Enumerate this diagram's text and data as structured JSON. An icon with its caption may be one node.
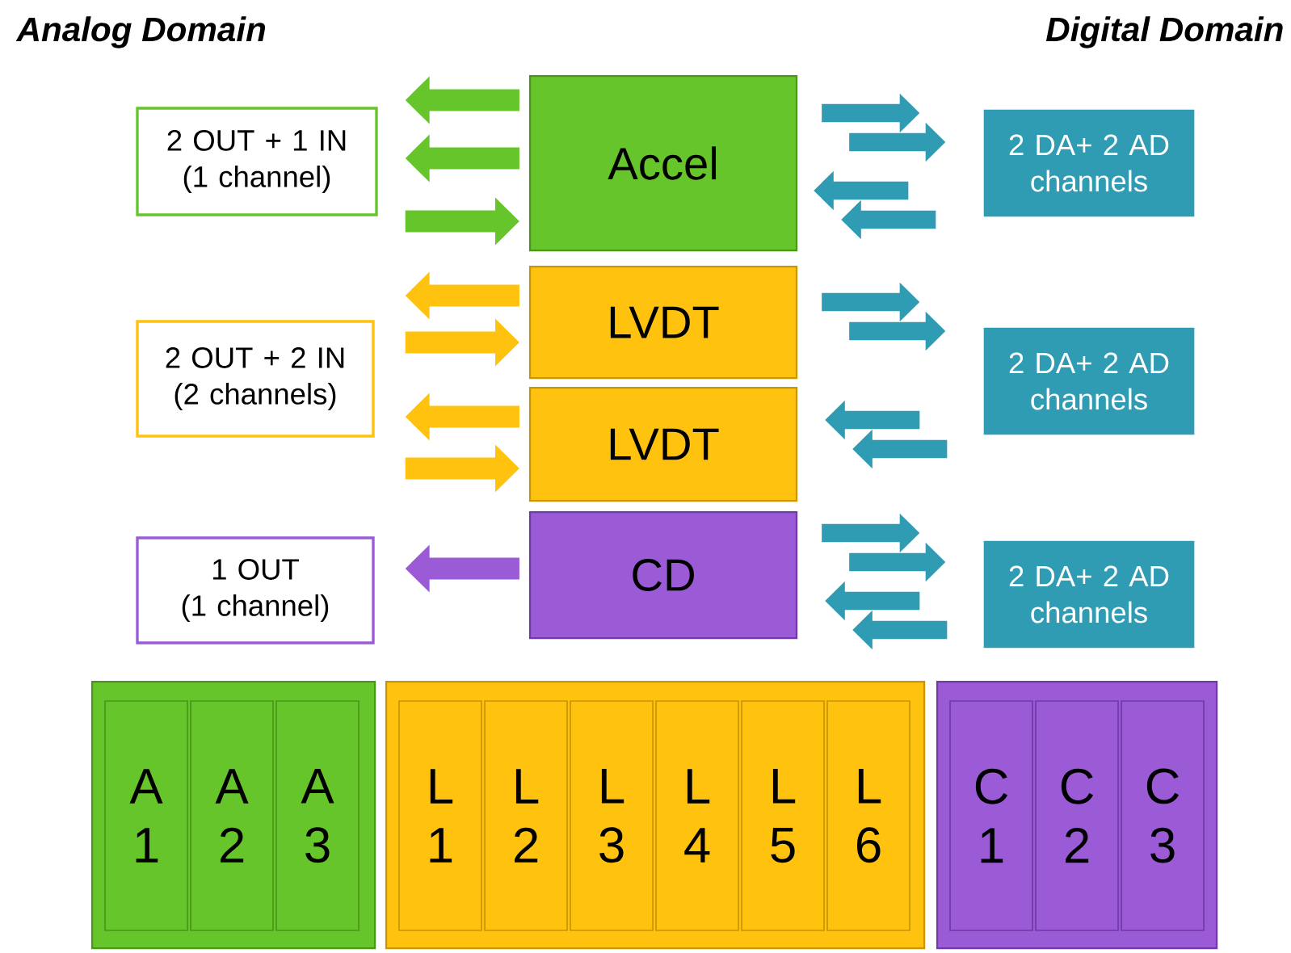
{
  "diagram": {
    "nodes": [
      {
        "text": [
          "2 OUT + 1 IN (1 channel)"
        ]
      },
      {
        "text": [
          "Accel"
        ]
      },
      {
        "text": [
          "2 DA+ 2 AD channels"
        ]
      },
      {
        "text": [
          "2 OUT + 2 IN (2 channels)"
        ]
      },
      {
        "text": [
          "LVDT"
        ]
      },
      {
        "text": [
          "2 DA+ 2 AD channels"
        ]
      },
      {
        "text": [
          "LVDT"
        ]
      },
      {
        "text": [
          "1 OUT (1 channel)"
        ]
      },
      {
        "text": [
          "CD"
        ]
      },
      {
        "text": [
          "2 DA+ 2 AD channels"
        ]
      },
      {
        "text": [],
        "shape": "box"
      },
      {
        "text": [
          "A 1"
        ],
        "in": 10
      },
      {
        "text": [
          "A 2"
        ],
        "in": 10
      },
      {
        "text": [
          "A 3"
        ],
        "in": 10
      },
      {
        "text": [],
        "shape": "box"
      },
      {
        "text": [
          "L 1"
        ],
        "in": 14
      },
      {
        "text": [
          "L 2"
        ],
        "in": 14
      },
      {
        "text": [
          "L 3"
        ],
        "in": 14
      },
      {
        "text": [
          "L 4"
        ],
        "in": 14
      },
      {
        "text": [
          "L 5"
        ],
        "in": 14
      },
      {
        "text": [
          "L 6"
        ],
        "in": 14
      },
      {
        "text": [],
        "shape": "box"
      },
      {
        "text": [
          "C 1"
        ],
        "in": 21
      },
      {
        "text": [
          "C 2"
        ],
        "in": 21
      },
      {
        "text": [
          "C 3"
        ],
        "in": 21
      }
    ],
    "edges": [
      {
        "from": 1,
        "to": 0,
        "arrow": "to",
        "color": "#66c52a"
      },
      {
        "from": 1,
        "to": 0,
        "arrow": "to",
        "color": "#66c52a"
      },
      {
        "from": 0,
        "to": 1,
        "arrow": "to",
        "color": "#66c52a"
      },
      {
        "from": 1,
        "to": 2,
        "arrow": "to"
      },
      {
        "from": 1,
        "to": 2,
        "arrow": "to"
      },
      {
        "from": 2,
        "to": 1,
        "arrow": "to"
      },
      {
        "from": 2,
        "to": 1,
        "arrow": "to"
      },
      {
        "from": 4,
        "to": 3,
        "arrow": "to",
        "color": "#ffc20e"
      },
      {
        "from": 3,
        "to": 4,
        "arrow": "to",
        "color": "#ffc20e"
      },
      {
        "from": 4,
        "to": 5,
        "arrow": "to"
      },
      {
        "from": 4,
        "to": 5,
        "arrow": "to"
      },
      {
        "from": 6,
        "to": 3,
        "arrow": "to",
        "color": "#ffc20e"
      },
      {
        "from": 3,
        "to": 6,
        "arrow": "to",
        "color": "#ffc20e"
      },
      {
        "from": 5,
        "to": 6,
        "arrow": "to"
      },
      {
        "from": 5,
        "to": 6,
        "arrow": "to"
      },
      {
        "from": 8,
        "to": 7,
        "arrow": "to",
        "color": "#9b5bd6"
      },
      {
        "from": 8,
        "to": 9,
        "arrow": "to"
      },
      {
        "from": 8,
        "to": 9,
        "arrow": "to"
      },
      {
        "from": 9,
        "to": 8,
        "arrow": "to"
      },
      {
        "from": 9,
        "to": 8,
        "arrow": "to"
      }
    ],
    "labels": [
      "Analog Domain",
      "Digital Domain"
    ]
  }
}
